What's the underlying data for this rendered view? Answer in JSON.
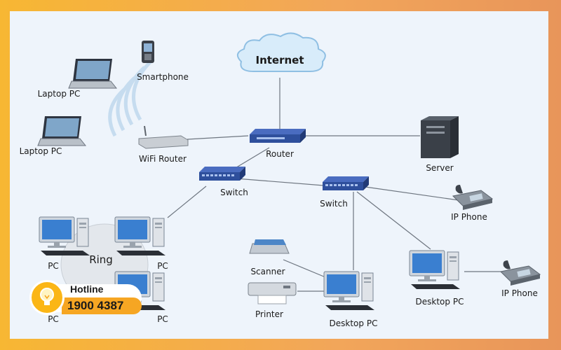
{
  "labels": {
    "internet": "Internet",
    "smartphone": "Smartphone",
    "laptop_top": "Laptop PC",
    "laptop_bottom": "Laptop PC",
    "wifi_router": "WiFi Router",
    "router": "Router",
    "server": "Server",
    "switch_left": "Switch",
    "switch_right": "Switch",
    "ip_phone_top": "IP Phone",
    "ip_phone_bottom": "IP Phone",
    "ring": "Ring",
    "pc_1": "PC",
    "pc_2": "PC",
    "pc_3": "PC",
    "pc_4": "PC",
    "scanner": "Scanner",
    "printer": "Printer",
    "desktop_center": "Desktop PC",
    "desktop_right": "Desktop PC"
  },
  "hotline": {
    "title": "Hotline",
    "number": "1900 4387"
  },
  "colors": {
    "frame": "#f7b733",
    "hotline_accent": "#f6a623",
    "switch_blue": "#2e4f9c",
    "screen_blue": "#3a7fd0"
  }
}
